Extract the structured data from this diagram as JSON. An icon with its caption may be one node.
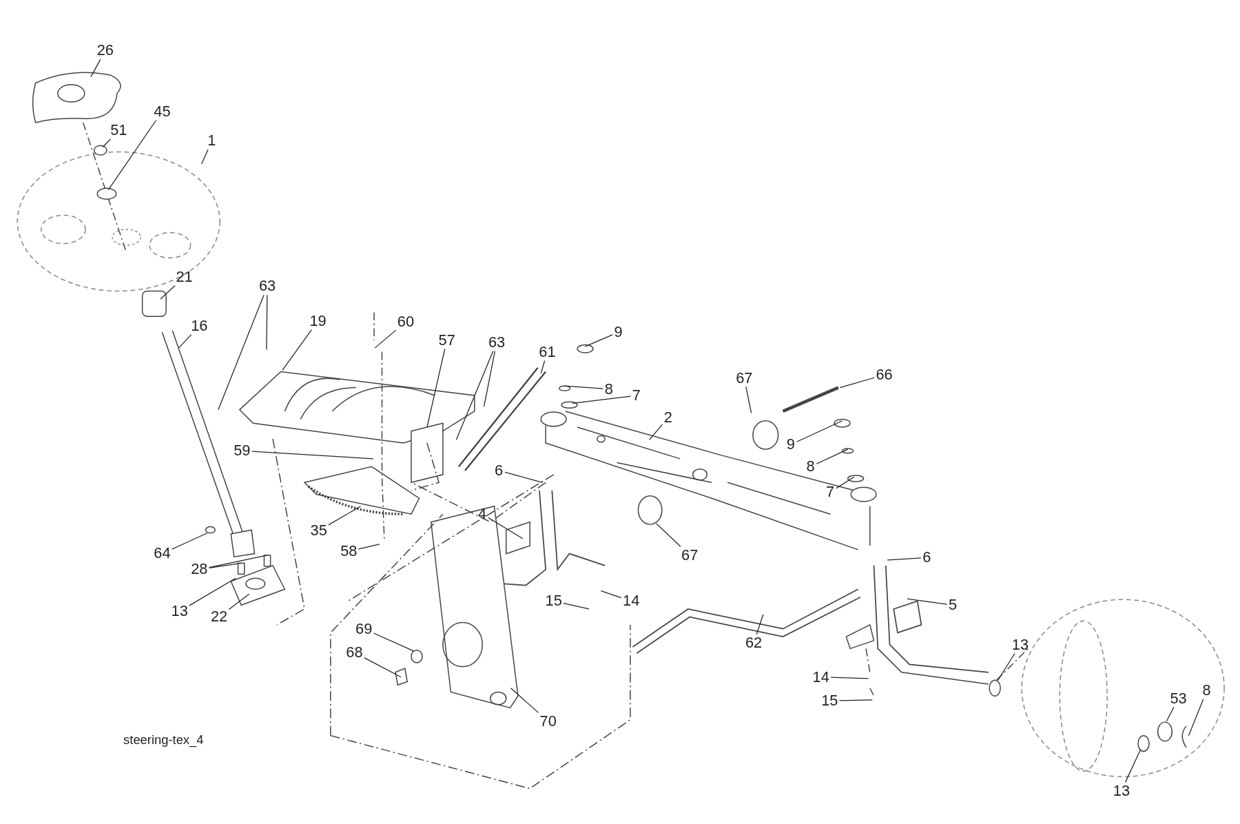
{
  "diagram": {
    "nodes": [
      {
        "text": [
          "26"
        ]
      },
      {
        "text": [
          "51"
        ]
      },
      {
        "text": [
          "45"
        ]
      },
      {
        "text": [
          "1"
        ]
      },
      {
        "text": [
          "21"
        ]
      },
      {
        "text": [
          "16"
        ]
      },
      {
        "text": [
          "63"
        ]
      },
      {
        "text": [
          "19"
        ]
      },
      {
        "text": [
          "60"
        ]
      },
      {
        "text": [
          "57"
        ]
      },
      {
        "text": [
          "63"
        ]
      },
      {
        "text": [
          "61"
        ]
      },
      {
        "text": [
          "9"
        ]
      },
      {
        "text": [
          "8"
        ]
      },
      {
        "text": [
          "7"
        ]
      },
      {
        "text": [
          "67"
        ]
      },
      {
        "text": [
          "66"
        ]
      },
      {
        "text": [
          "2"
        ]
      },
      {
        "text": [
          "9"
        ]
      },
      {
        "text": [
          "8"
        ]
      },
      {
        "text": [
          "7"
        ]
      },
      {
        "text": [
          "59"
        ]
      },
      {
        "text": [
          "6"
        ]
      },
      {
        "text": [
          "6"
        ]
      },
      {
        "text": [
          "4"
        ]
      },
      {
        "text": [
          "67"
        ]
      },
      {
        "text": [
          "5"
        ]
      },
      {
        "text": [
          "35"
        ]
      },
      {
        "text": [
          "58"
        ]
      },
      {
        "text": [
          "64"
        ]
      },
      {
        "text": [
          "28"
        ]
      },
      {
        "text": [
          "13"
        ]
      },
      {
        "text": [
          "22"
        ]
      },
      {
        "text": [
          "15"
        ]
      },
      {
        "text": [
          "14"
        ]
      },
      {
        "text": [
          "62"
        ]
      },
      {
        "text": [
          "69"
        ]
      },
      {
        "text": [
          "68"
        ]
      },
      {
        "text": [
          "70"
        ]
      },
      {
        "text": [
          "13"
        ]
      },
      {
        "text": [
          "14"
        ]
      },
      {
        "text": [
          "15"
        ]
      },
      {
        "text": [
          "53"
        ]
      },
      {
        "text": [
          "8"
        ]
      },
      {
        "text": [
          "13"
        ]
      }
    ],
    "edges": [
      {
        "from": 0,
        "to": null,
        "arrow": "none"
      },
      {
        "from": 1,
        "to": null,
        "arrow": "none"
      },
      {
        "from": 2,
        "to": null,
        "arrow": "none"
      },
      {
        "from": 3,
        "to": null,
        "arrow": "none"
      },
      {
        "from": 4,
        "to": null,
        "arrow": "none"
      },
      {
        "from": 5,
        "to": null,
        "arrow": "none"
      },
      {
        "from": 6,
        "to": null,
        "arrow": "none"
      },
      {
        "from": 6,
        "to": null,
        "arrow": "none"
      },
      {
        "from": 7,
        "to": null,
        "arrow": "none"
      },
      {
        "from": 8,
        "to": null,
        "arrow": "none"
      },
      {
        "from": 9,
        "to": null,
        "arrow": "none"
      },
      {
        "from": 10,
        "to": null,
        "arrow": "none"
      },
      {
        "from": 10,
        "to": null,
        "arrow": "none"
      },
      {
        "from": 11,
        "to": null,
        "arrow": "none"
      },
      {
        "from": 12,
        "to": null,
        "arrow": "none"
      },
      {
        "from": 13,
        "to": null,
        "arrow": "none"
      },
      {
        "from": 14,
        "to": null,
        "arrow": "none"
      },
      {
        "from": 15,
        "to": null,
        "arrow": "none"
      },
      {
        "from": 16,
        "to": null,
        "arrow": "none"
      },
      {
        "from": 17,
        "to": null,
        "arrow": "none"
      },
      {
        "from": 18,
        "to": null,
        "arrow": "none"
      },
      {
        "from": 19,
        "to": null,
        "arrow": "none"
      },
      {
        "from": 20,
        "to": null,
        "arrow": "none"
      },
      {
        "from": 21,
        "to": null,
        "arrow": "none"
      },
      {
        "from": 22,
        "to": null,
        "arrow": "none"
      },
      {
        "from": 23,
        "to": null,
        "arrow": "none"
      },
      {
        "from": 24,
        "to": null,
        "arrow": "none"
      },
      {
        "from": 25,
        "to": null,
        "arrow": "none"
      },
      {
        "from": 26,
        "to": null,
        "arrow": "none"
      },
      {
        "from": 27,
        "to": null,
        "arrow": "none"
      },
      {
        "from": 28,
        "to": null,
        "arrow": "none"
      },
      {
        "from": 29,
        "to": null,
        "arrow": "none"
      },
      {
        "from": 30,
        "to": null,
        "arrow": "none"
      },
      {
        "from": 30,
        "to": null,
        "arrow": "none"
      },
      {
        "from": 31,
        "to": null,
        "arrow": "none"
      },
      {
        "from": 32,
        "to": null,
        "arrow": "none"
      },
      {
        "from": 33,
        "to": null,
        "arrow": "none"
      },
      {
        "from": 34,
        "to": null,
        "arrow": "none"
      },
      {
        "from": 35,
        "to": null,
        "arrow": "none"
      },
      {
        "from": 36,
        "to": null,
        "arrow": "none"
      },
      {
        "from": 37,
        "to": null,
        "arrow": "none"
      },
      {
        "from": 38,
        "to": null,
        "arrow": "none"
      },
      {
        "from": 39,
        "to": null,
        "arrow": "none"
      },
      {
        "from": 40,
        "to": null,
        "arrow": "none"
      },
      {
        "from": 41,
        "to": null,
        "arrow": "none"
      },
      {
        "from": 42,
        "to": null,
        "arrow": "none"
      },
      {
        "from": 43,
        "to": null,
        "arrow": "none"
      },
      {
        "from": 44,
        "to": null,
        "arrow": "none"
      }
    ],
    "labels": [
      "steering-tex_4"
    ]
  }
}
